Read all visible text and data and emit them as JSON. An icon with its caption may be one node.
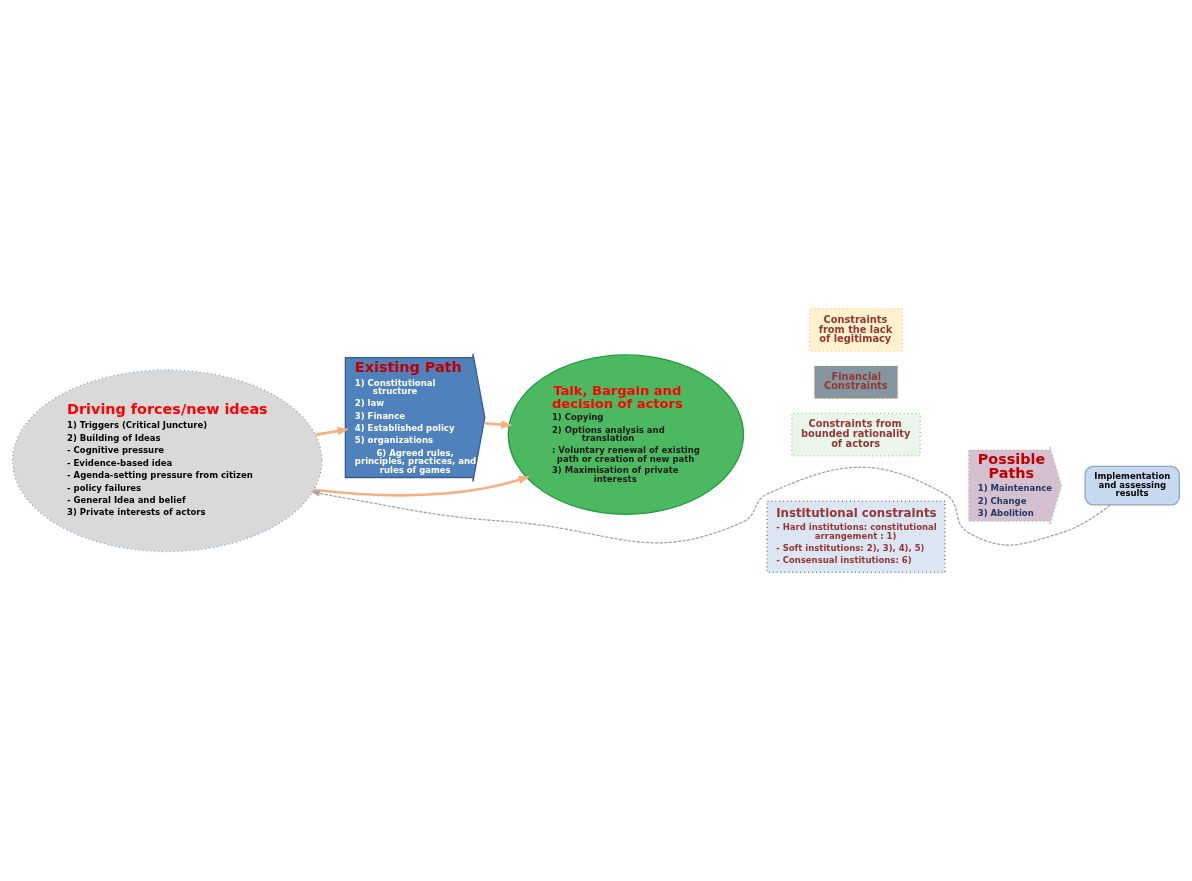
{
  "diagram": {
    "nodes": [
      {
        "text": [
          "Driving forces/new ideas",
          "1) Triggers (Critical Juncture)",
          "2) Building of Ideas",
          "- Cognitive pressure",
          "- Evidence-based idea",
          "- Agenda-setting pressure from citizen",
          "- policy failures",
          "- General Idea and belief",
          "3) Private interests of actors"
        ]
      },
      {
        "text": [
          "Existing Path",
          "1) Constitutional structure",
          "2) law",
          "3) Finance",
          "4) Established policy",
          "5) organizations",
          "6) Agreed rules, principles, practices, and rules of games"
        ]
      },
      {
        "text": [
          "Talk, Bargain and decision of actors",
          "1) Copying",
          "2) Options analysis and translation",
          ": Voluntary renewal of existing path or creation of new path",
          "3) Maximisation of private interests"
        ]
      },
      {
        "text": [
          "Constraints from bounded rationality of actors"
        ]
      },
      {
        "text": [
          "Financial Constraints"
        ]
      },
      {
        "text": [
          "Constraints from the lack of legitimacy"
        ]
      },
      {
        "text": [
          "Institutional constraints",
          "- Hard institutions: constitutional arrangement : 1)",
          "- Soft institutions: 2), 3), 4), 5)",
          "- Consensual institutions: 6)"
        ]
      },
      {
        "text": [
          "Possible Paths",
          "1) Maintenance",
          "2) Change",
          "3) Abolition"
        ]
      },
      {
        "text": [
          "Implementation and assessing results"
        ]
      }
    ],
    "edges": [
      {
        "from": 0,
        "to": 1,
        "arrow": "to"
      },
      {
        "from": 0,
        "to": 2,
        "arrow": "to"
      },
      {
        "from": 1,
        "to": 2,
        "arrow": "to"
      },
      {
        "from": 8,
        "to": 0,
        "arrow": "to",
        "style": "dashed",
        "color": "#a6a6a6"
      }
    ]
  }
}
